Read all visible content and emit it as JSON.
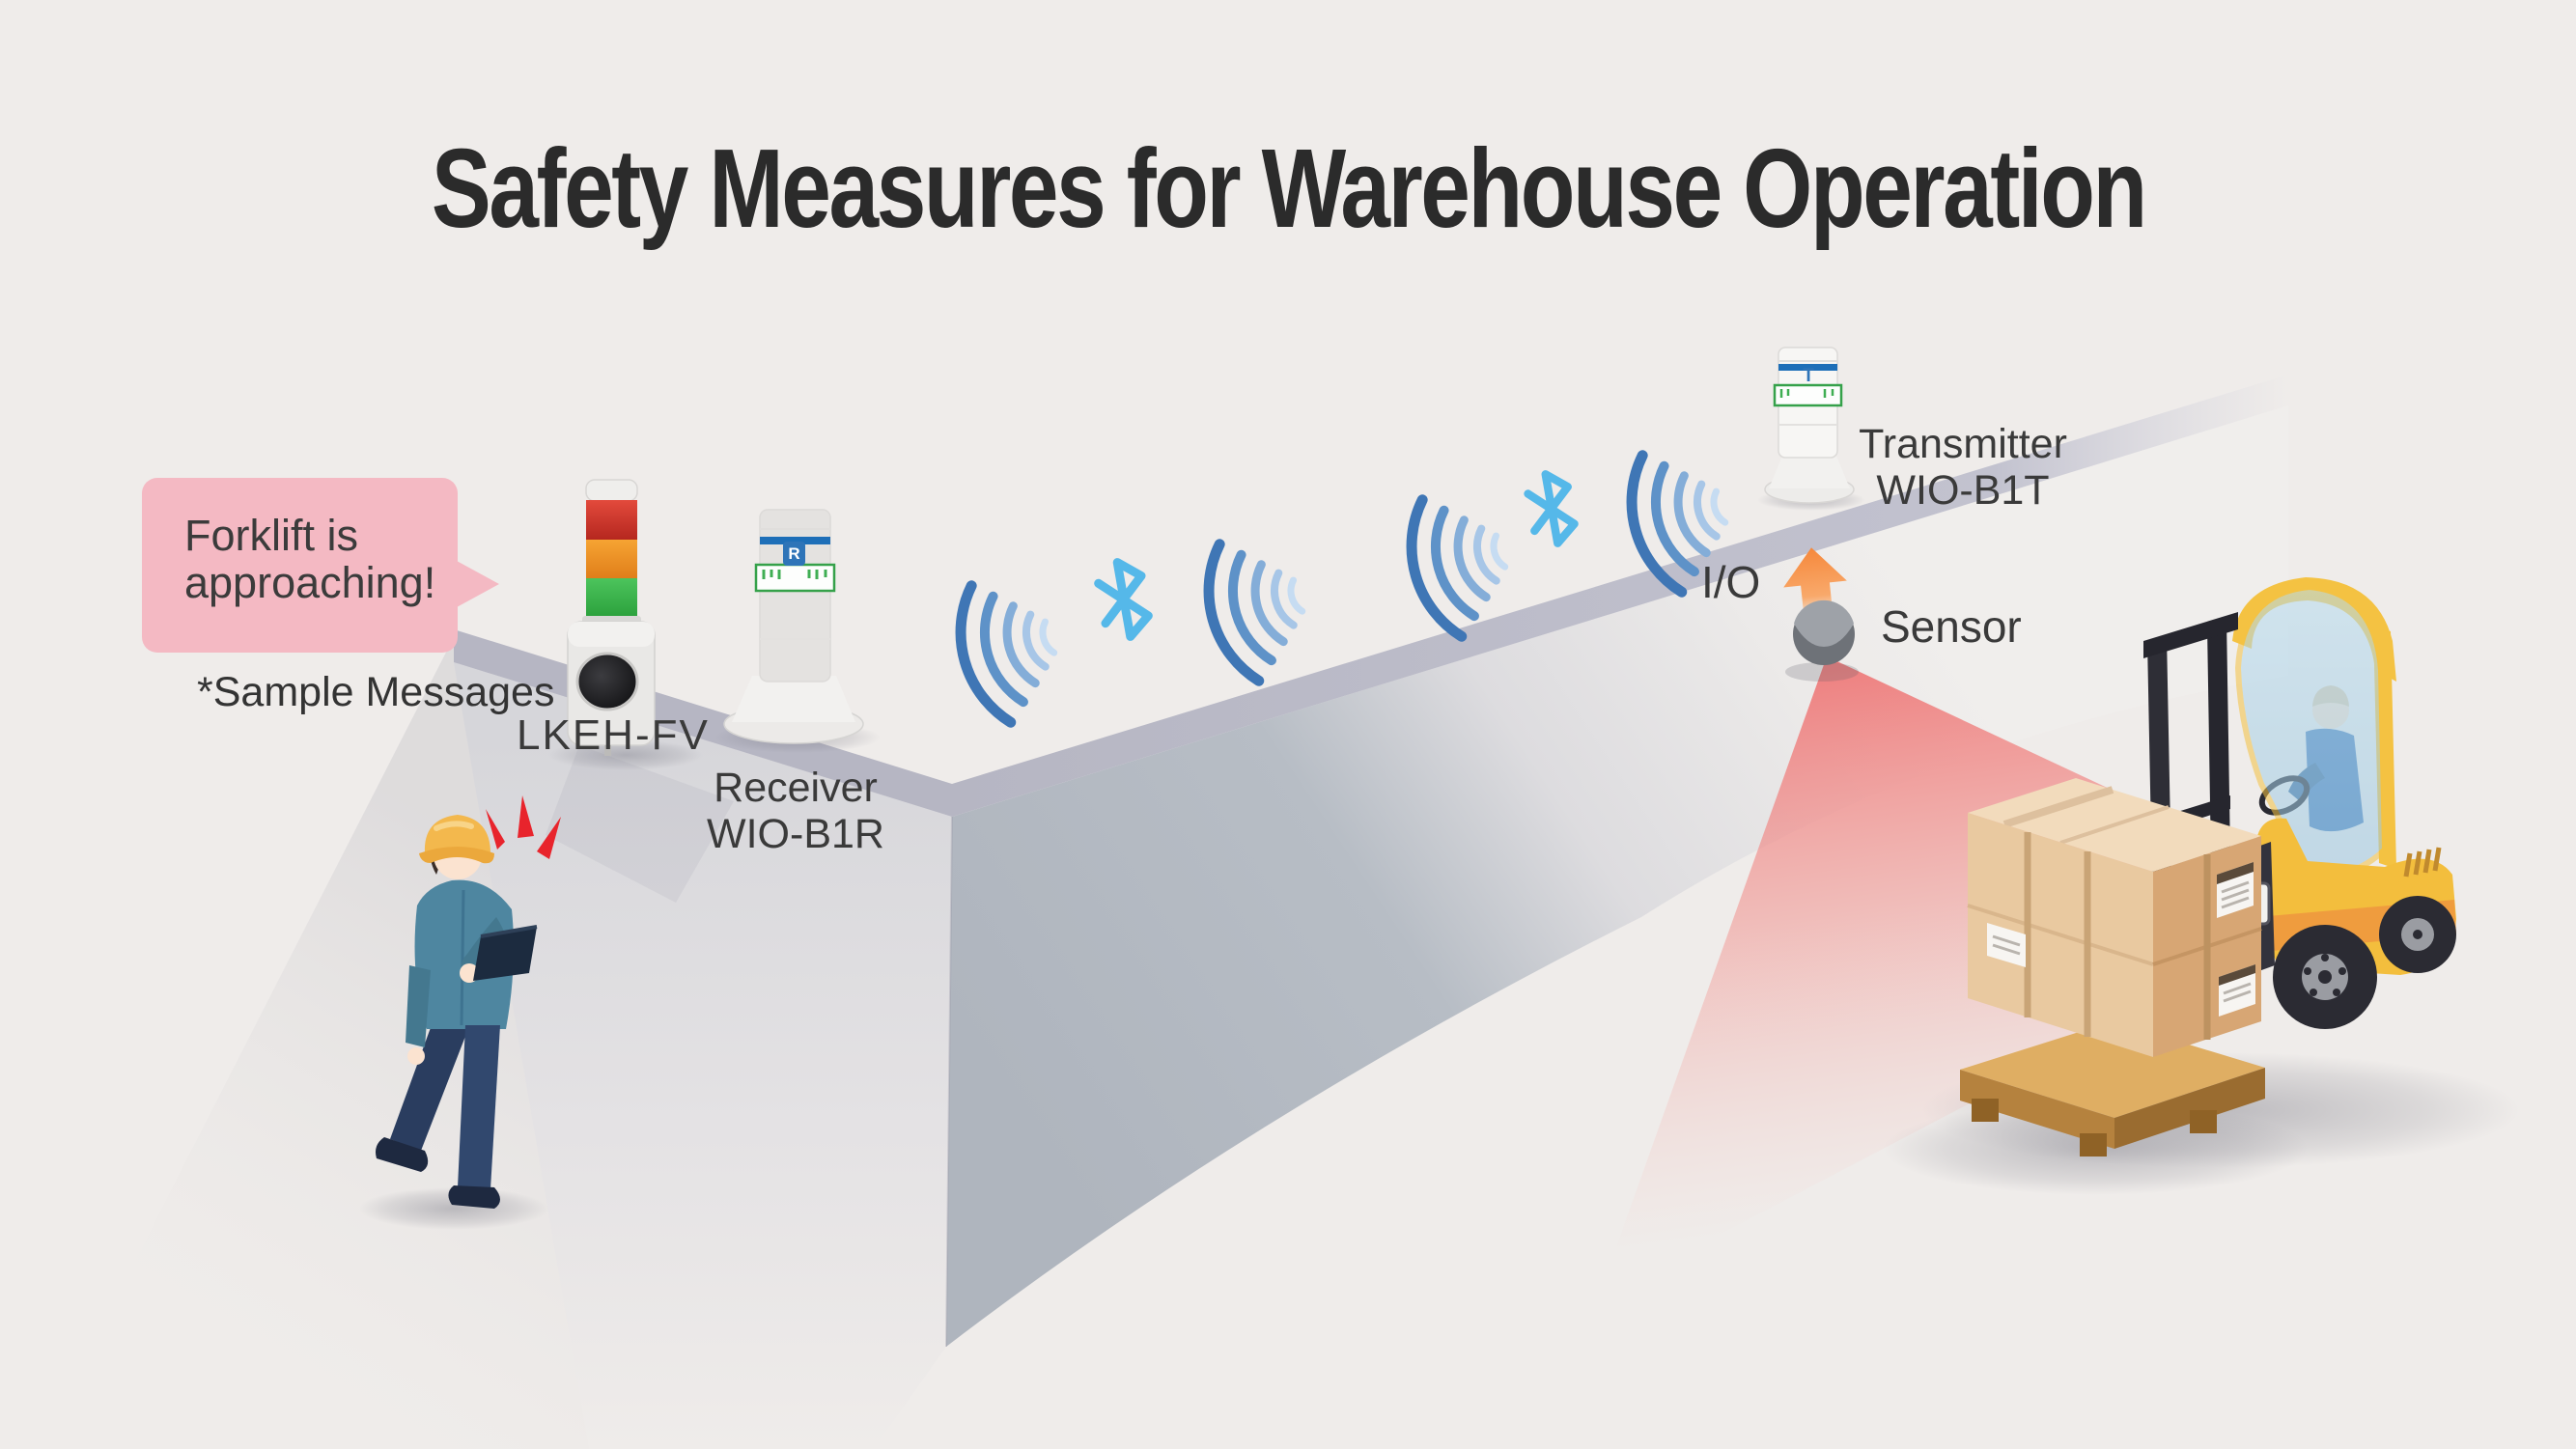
{
  "title": "Safety Measures for Warehouse Operation",
  "speech_bubble": {
    "line1": "Forklift is",
    "line2": "approaching!",
    "note": "*Sample Messages"
  },
  "labels": {
    "tower": "LKEH-FV",
    "receiver_line1": "Receiver",
    "receiver_line2": "WIO-B1R",
    "transmitter_line1": "Transmitter",
    "transmitter_line2": "WIO-B1T",
    "io": "I/O",
    "sensor": "Sensor"
  },
  "badges": {
    "receiver": "R",
    "transmitter": "T"
  },
  "icons": {
    "bluetooth": "bluetooth-rune-glyph",
    "wireless_waves": "radiating-signal-arcs",
    "alert": "red-alert-strokes",
    "io_arrow": "orange-up-arrow",
    "detection_beam": "red-sensing-cone"
  },
  "colors": {
    "background": "#efecea",
    "wall_band": "#b6b6c3",
    "wall_face_dark": "#b2b8c0",
    "wall_face_light": "#eceae9",
    "bubble_pink": "#f4b9c3",
    "alert_red": "#e8242c",
    "bluetooth_blue": "#55b8e9",
    "wave_blue_dark": "#3f76b5",
    "wave_blue_light": "#c6dcf2",
    "beam_red": "#ee6e6e",
    "arrow_orange": "#f6883b",
    "stripe_blue": "#1e6fb8",
    "tower_red": "#d83a30",
    "tower_amber": "#f6a433",
    "tower_green": "#3fbf53",
    "forklift_yellow": "#f3be3d",
    "forklift_orange": "#ef9c3e",
    "helmet_yellow": "#f3b84d",
    "jacket_teal": "#4e86a0",
    "box_tan": "#e9c9a0",
    "pallet_brown": "#b5823e"
  }
}
